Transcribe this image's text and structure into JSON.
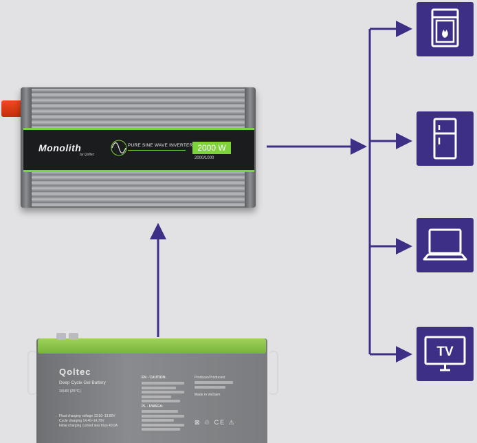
{
  "inverter": {
    "brand": "Monolith",
    "sub_brand": "by Qoltec",
    "model": "PURE SINE WAVE INVERTER",
    "power": "2000 W",
    "rating": "2000/1000"
  },
  "battery": {
    "brand": "Qoltec",
    "type": "Deep Cycle Gel Battery",
    "spec": "10HR (25°C)",
    "line1": "Float charging voltage 13.50–13.80V",
    "line2": "Cycle charging 14.40–14.70V",
    "line3": "Initial charging current less than 40.0A",
    "caution_en": "EN - CAUTION:",
    "caution_pl": "PL - UWAGA:",
    "producer": "Producer/Producent",
    "made_in": "Made in Vietnam"
  },
  "devices": [
    {
      "name": "stove",
      "icon": "stove-icon"
    },
    {
      "name": "refrigerator",
      "icon": "refrigerator-icon"
    },
    {
      "name": "laptop",
      "icon": "laptop-icon"
    },
    {
      "name": "tv",
      "icon": "tv-icon",
      "label": "TV"
    }
  ],
  "colors": {
    "arrow": "#3d2f86",
    "tile": "#3d2f86",
    "accent_green": "#7ed23a",
    "background": "#e2e2e4"
  }
}
